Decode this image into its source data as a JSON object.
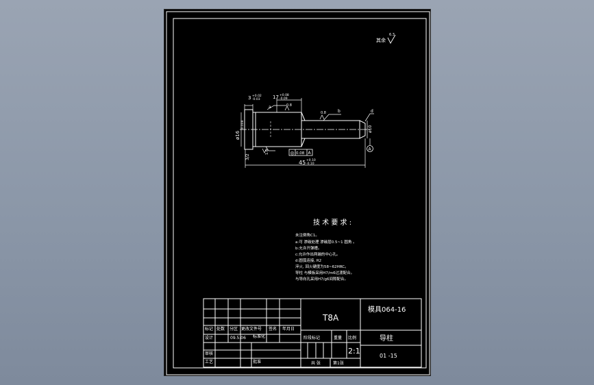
{
  "drawing": {
    "surface_finish_note": "其余",
    "surface_finish_value": "6.3",
    "dimensions": {
      "shoulder_len": "3",
      "shoulder_tol_upper": "+0.02",
      "shoulder_tol_lower": "-0.03",
      "body_len": "17",
      "body_tol_upper": "+0.08",
      "body_tol_lower": "-0.09",
      "diameter": "ø16",
      "diameter_tol": "-0.008",
      "end_diameter": "ø10",
      "total_len": "45",
      "total_tol_upper": "+0.10",
      "total_tol_lower": "-0.10",
      "chamfer_left": "3/2",
      "roughness_a": "0.8",
      "roughness_b": "0.8",
      "roughness_c": "1.6",
      "leader_a": "a",
      "leader_b": "b",
      "leader_d": "d",
      "datum": "A",
      "tolerance_frame_symbol": "◎",
      "tolerance_frame_value": "0.08",
      "tolerance_frame_datum": "A"
    },
    "technical_requirements": {
      "title": "技 术 要 求 :",
      "lines": [
        "未注倒角C1。",
        "a:可 渗碳处理 渗碳层0.5~1 圆角 。",
        "b:允许开弹槽。",
        "c:允许作出两端的中心孔。",
        "d:圆弧连接, R2",
        "淬火, 回火硬度为58~62HRC。",
        "导柱 与模板采用H7/m6过渡配合。",
        "与导向孔采用H7/g6间隙配合。"
      ]
    }
  },
  "title_block": {
    "material": "T8A",
    "drawing_code": "模具064-16",
    "part_name": "导柱",
    "part_number": "01 -15",
    "scale": "2:1",
    "labels": {
      "mark": "标记",
      "count": "处数",
      "zone": "分区",
      "change_doc": "更改文件号",
      "signature": "签名",
      "date": "年月日",
      "designer": "设计",
      "standardize": "标准化",
      "stage_mark": "阶段标记",
      "weight": "重量",
      "scale_label": "比例",
      "review": "审核",
      "process": "工艺",
      "approve": "批准",
      "total": "共 张",
      "sheet": "第1张"
    },
    "signer_code": "09.5.06"
  }
}
